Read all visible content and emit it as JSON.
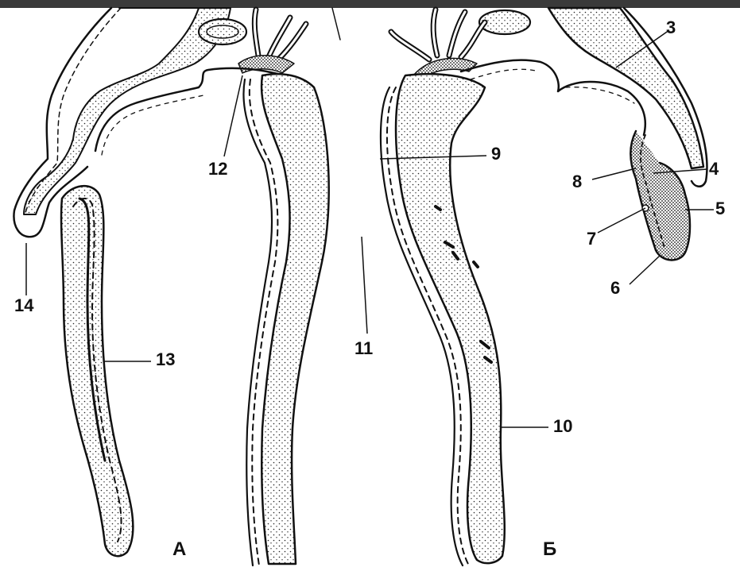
{
  "panels": {
    "left": "А",
    "right": "Б"
  },
  "labels": {
    "n3": "3",
    "n4": "4",
    "n5": "5",
    "n6": "6",
    "n7": "7",
    "n8": "8",
    "n9": "9",
    "n10": "10",
    "n11": "11",
    "n12": "12",
    "n13": "13",
    "n14": "14"
  },
  "colors": {
    "ink": "#111111",
    "topbar": "#3a3a3a",
    "background": "#ffffff"
  }
}
